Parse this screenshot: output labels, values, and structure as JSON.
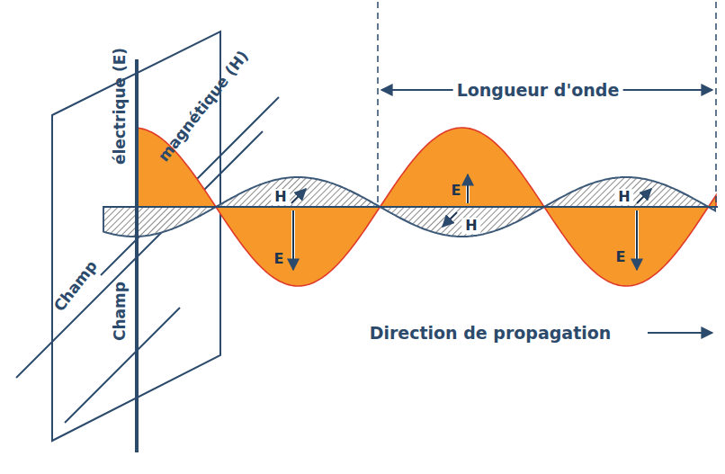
{
  "diagram": {
    "labels": [
      "électrique (E)",
      "Champ",
      "magnétique (H)",
      "Champ",
      "Longueur d'onde",
      "Direction de propagation",
      "H",
      "E",
      "E",
      "H",
      "H",
      "E"
    ]
  }
}
